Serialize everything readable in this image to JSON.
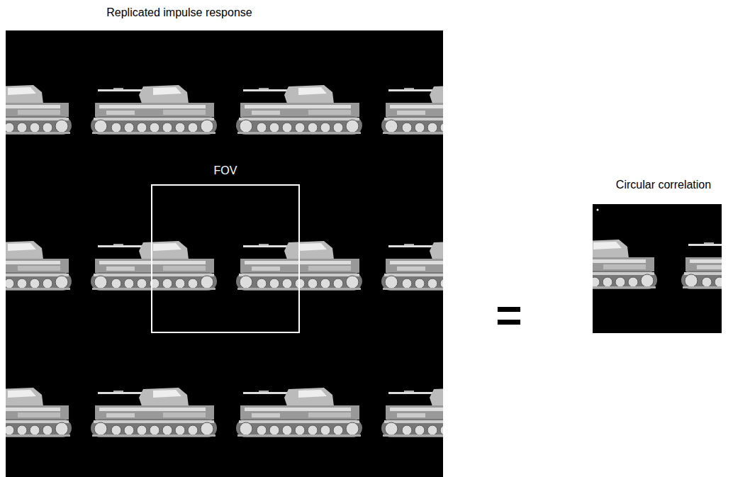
{
  "diagram": {
    "nodes": [
      {
        "text": [
          "Replicated impulse response"
        ]
      },
      {
        "text": [
          "FOV"
        ],
        "in": 0
      },
      {
        "text": [
          "Circular correlation"
        ]
      }
    ],
    "labels": [
      "="
    ]
  }
}
